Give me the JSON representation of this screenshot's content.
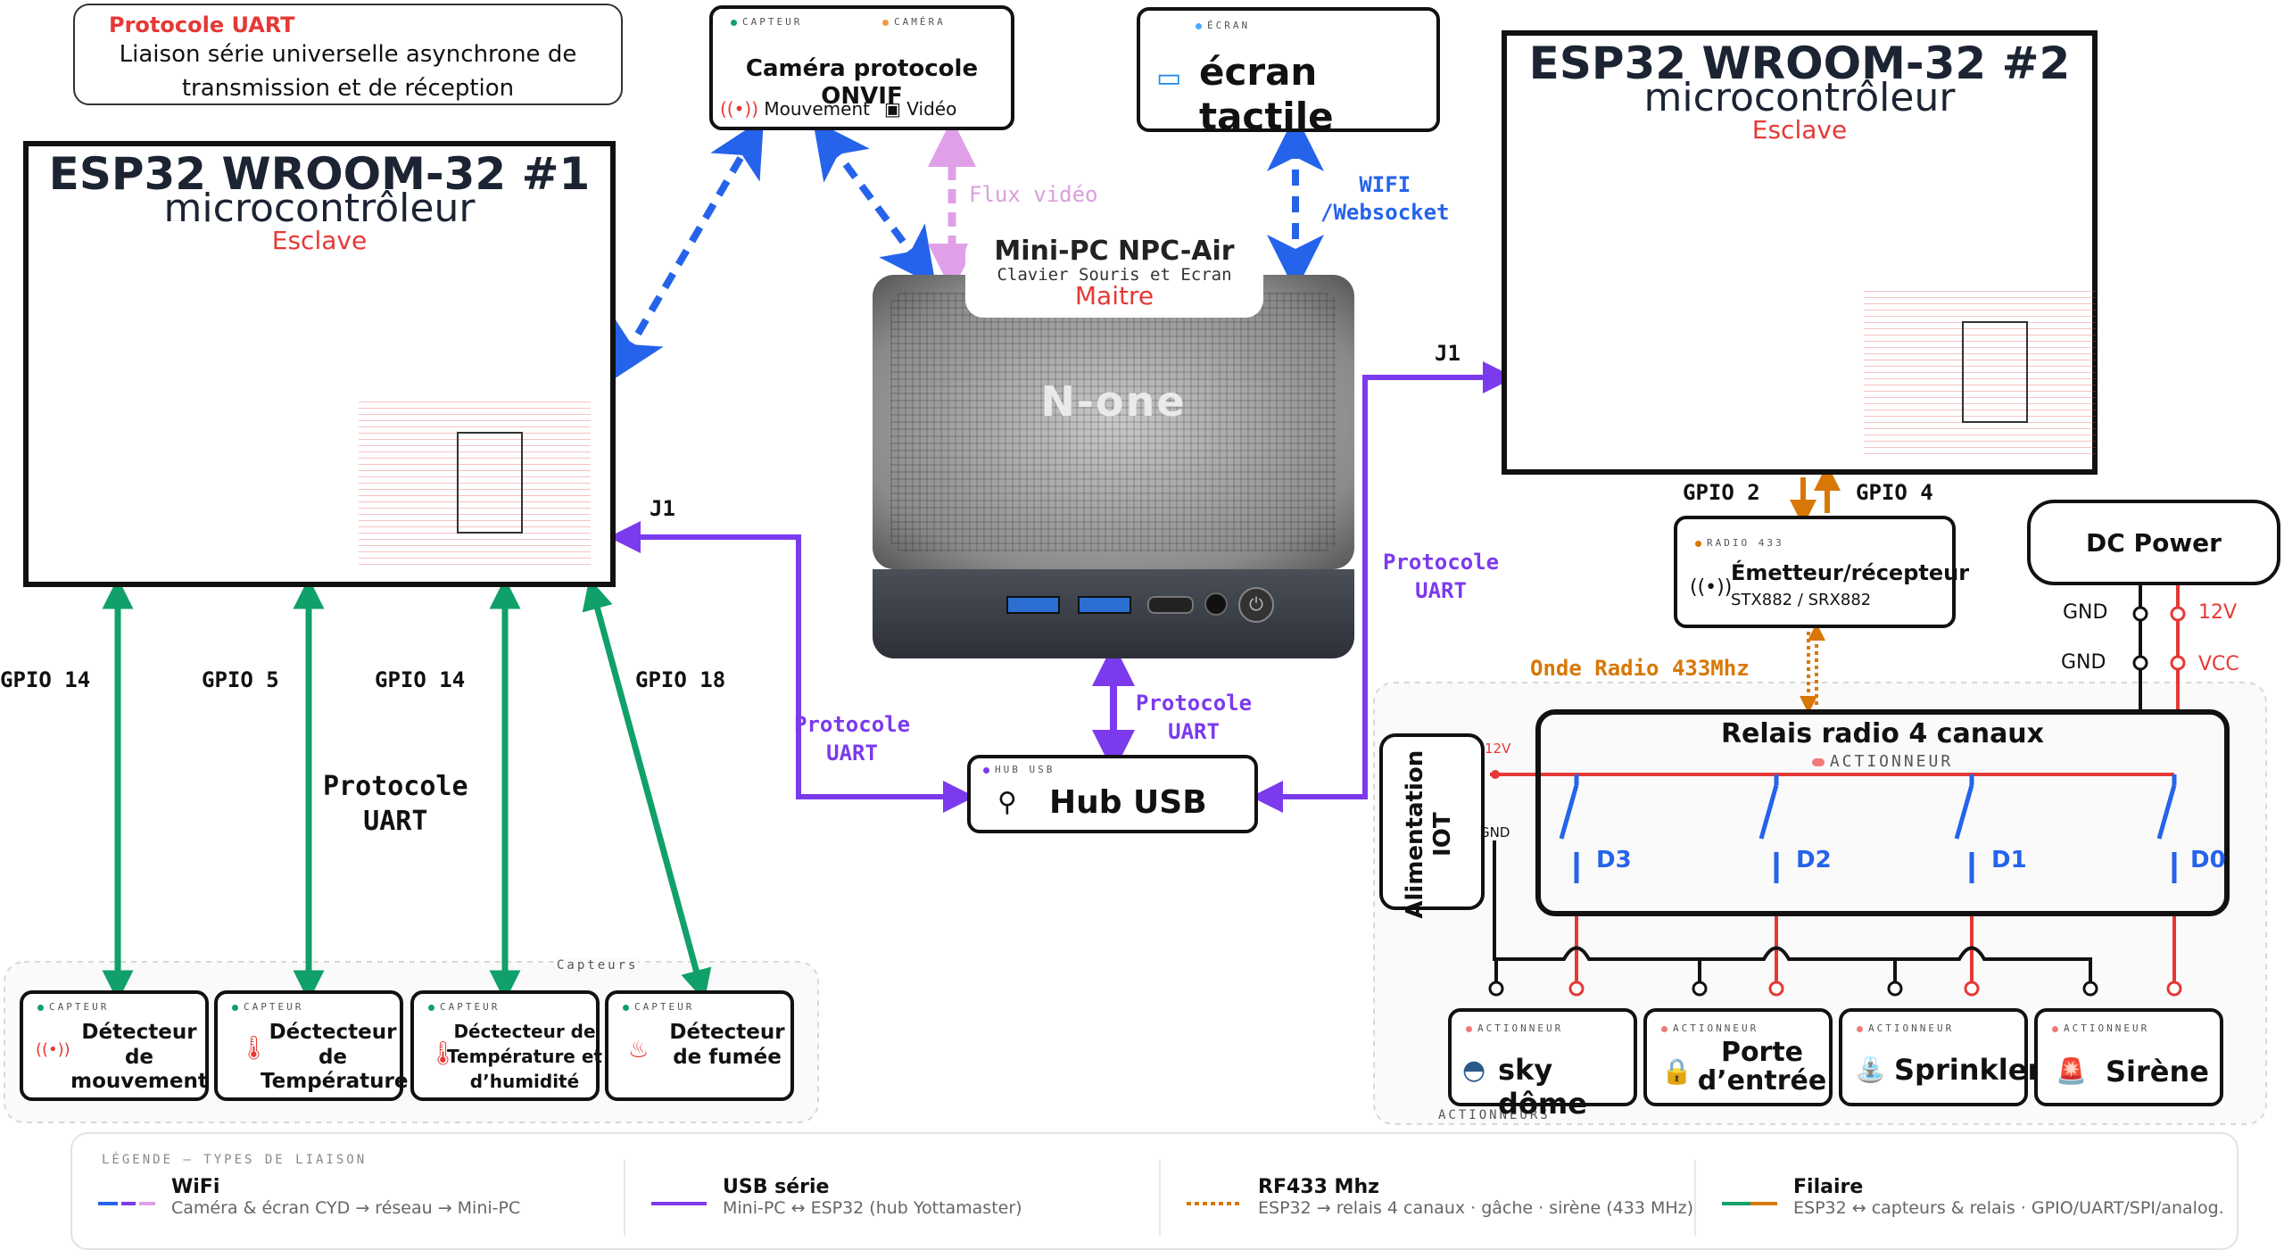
{
  "uart_note": {
    "title": "Protocole UART",
    "line1": "Liaison série universelle asynchrone de",
    "line2": "transmission et de réception"
  },
  "esp1": {
    "title": "ESP32 WROOM-32 #1",
    "subtitle": "microcontrôleur",
    "role": "Esclave",
    "port": "J1"
  },
  "esp2": {
    "title": "ESP32 WROOM-32 #2",
    "subtitle": "microcontrôleur",
    "role": "Esclave",
    "port": "J1"
  },
  "camera": {
    "tag1": "CAPTEUR",
    "tag2": "CAMÉRA",
    "title": "Caméra protocole ONVIF",
    "feature1": "Mouvement",
    "feature2": "Vidéo"
  },
  "screen": {
    "tag": "ÉCRAN",
    "title": "écran tactile"
  },
  "minipc": {
    "title": "Mini-PC NPC-Air",
    "subtitle": "Clavier Souris et Ecran",
    "role": "Maitre",
    "brand": "N-one"
  },
  "links": {
    "flux": "Flux vidéo",
    "wifi1": "WIFI",
    "wifi2": "/Websocket",
    "uart_left1": "Protocole",
    "uart_left2": "UART",
    "uart_center1": "Protocole",
    "uart_center2": "UART",
    "uart_right1": "Protocole",
    "uart_right2": "UART",
    "uart_gpio1": "Protocole",
    "uart_gpio2": "UART",
    "onde": "Onde Radio 433Mhz",
    "gpio2": "GPIO 2",
    "gpio4": "GPIO 4"
  },
  "gpio": {
    "g14a": "GPIO 14",
    "g5": "GPIO 5",
    "g14b": "GPIO 14",
    "g18": "GPIO 18"
  },
  "hub": {
    "tag": "HUB USB",
    "title": "Hub USB"
  },
  "radio": {
    "tag": "RADIO 433",
    "title": "Émetteur/récepteur",
    "model": "STX882 / SRX882"
  },
  "dcpower": {
    "title": "DC Power",
    "gnd1": "GND",
    "gnd2": "GND",
    "v12": "12V",
    "vcc": "VCC"
  },
  "relay": {
    "title": "Relais radio 4 canaux",
    "tag": "ACTIONNEUR",
    "v12": "12V",
    "gnd": "GND",
    "d3": "D3",
    "d2": "D2",
    "d1": "D1",
    "d0": "D0"
  },
  "alim": {
    "line1": "Alimentation",
    "line2": "IOT"
  },
  "sensors": {
    "group_label": "Capteurs",
    "items": [
      {
        "tag": "CAPTEUR",
        "line1": "Détecteur de",
        "line2": "mouvement"
      },
      {
        "tag": "CAPTEUR",
        "line1": "Déctecteur de",
        "line2": "Température"
      },
      {
        "tag": "CAPTEUR",
        "line1": "Déctecteur de",
        "line2": "Température et",
        "line3": "d’humidité"
      },
      {
        "tag": "CAPTEUR",
        "line1": "Détecteur",
        "line2": "de fumée"
      }
    ]
  },
  "actuators": {
    "group_label": "ACTIONNEURS",
    "items": [
      {
        "tag": "ACTIONNEUR",
        "line1": "sky dôme"
      },
      {
        "tag": "ACTIONNEUR",
        "line1": "Porte",
        "line2": "d’entrée"
      },
      {
        "tag": "ACTIONNEUR",
        "line1": "Sprinkler"
      },
      {
        "tag": "ACTIONNEUR",
        "line1": "Sirène"
      }
    ]
  },
  "legend": {
    "header": "LÉGENDE — TYPES DE LIAISON",
    "items": [
      {
        "title": "WiFi",
        "desc": "Caméra & écran CYD → réseau → Mini-PC"
      },
      {
        "title": "USB série",
        "desc": "Mini-PC ↔ ESP32 (hub Yottamaster)"
      },
      {
        "title": "RF433 Mhz",
        "desc": "ESP32 → relais 4 canaux · gâche · sirène (433 MHz)"
      },
      {
        "title": "Filaire",
        "desc": "ESP32 ↔ capteurs & relais · GPIO/UART/SPI/analog."
      }
    ]
  },
  "colors": {
    "wifi": "#2563eb",
    "usb": "#7c3aed",
    "rf": "#d97706",
    "wire": "#10a06a",
    "flux": "#e0a0e8",
    "red": "#e53935"
  }
}
